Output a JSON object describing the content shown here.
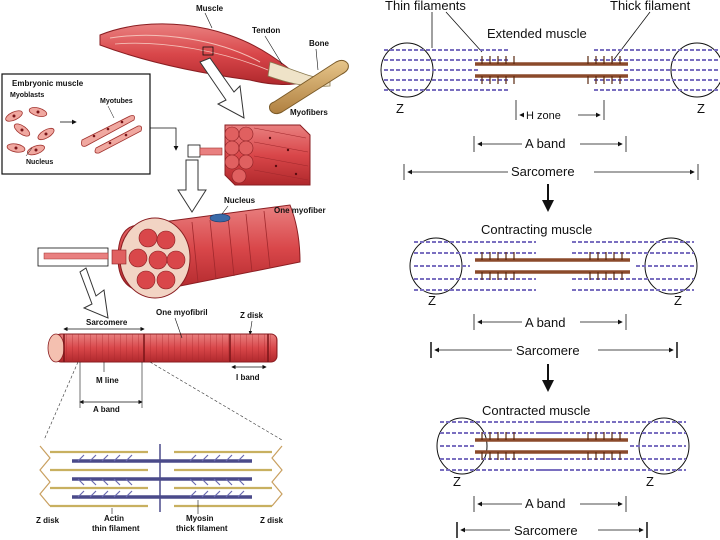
{
  "left": {
    "muscle": "Muscle",
    "tendon": "Tendon",
    "bone": "Bone",
    "myofibers": "Myofibers",
    "embryonic_title": "Embryonic muscle",
    "myoblasts": "Myoblasts",
    "myotubes": "Myotubes",
    "nucleus_small": "Nucleus",
    "nucleus": "Nucleus",
    "one_myofiber": "One myofiber",
    "sarcomere": "Sarcomere",
    "one_myofibril": "One myofibril",
    "z_disk_top": "Z disk",
    "m_line": "M line",
    "i_band": "I band",
    "a_band": "A band",
    "z_disk_left": "Z disk",
    "actin": "Actin",
    "thin_filament": "thin filament",
    "myosin": "Myosin",
    "thick_filament": "thick filament",
    "z_disk_right": "Z disk"
  },
  "right": {
    "thin_filaments": "Thin filaments",
    "thick_filament": "Thick filament",
    "extended_title": "Extended muscle",
    "contracting_title": "Contracting muscle",
    "contracted_title": "Contracted muscle",
    "z": "Z",
    "h_zone": "H zone",
    "a_band": "A band",
    "sarcomere": "Sarcomere"
  },
  "colors": {
    "muscle_red": "#d9474a",
    "muscle_light": "#f0a8a0",
    "actin_purple": "#7a6fc0",
    "myosin_brown": "#8b4a2b",
    "bone_tan": "#c9a060"
  }
}
